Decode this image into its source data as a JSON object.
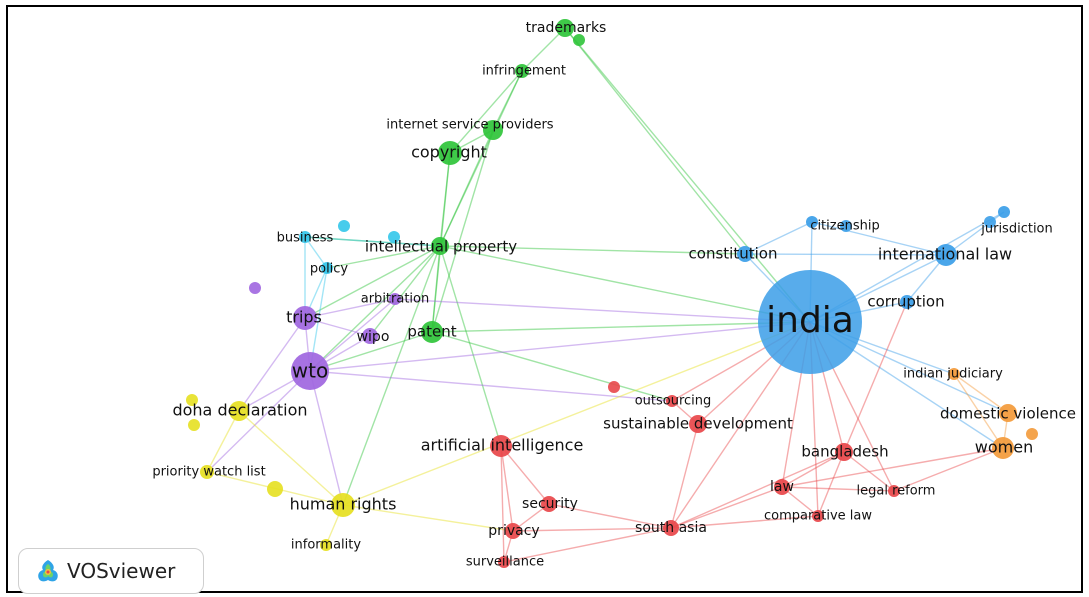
{
  "brand": {
    "name": "VOSviewer",
    "icon": "vosviewer-logo-icon"
  },
  "clusters": {
    "red": "#e8474a",
    "green": "#2fc43a",
    "blue": "#3b9ee8",
    "yellow": "#e6e021",
    "purple": "#a066e0",
    "cyan": "#33c6ea",
    "orange": "#f39a3a"
  },
  "nodes": [
    {
      "id": "trademarks",
      "label": "trademarks",
      "cluster": "green"
    },
    {
      "id": "infringement",
      "label": "infringement",
      "cluster": "green"
    },
    {
      "id": "isp",
      "label": "internet service providers",
      "cluster": "green"
    },
    {
      "id": "copyright",
      "label": "copyright",
      "cluster": "green"
    },
    {
      "id": "ip",
      "label": "intellectual property",
      "cluster": "green"
    },
    {
      "id": "patent",
      "label": "patent",
      "cluster": "green"
    },
    {
      "id": "business",
      "label": "business",
      "cluster": "cyan"
    },
    {
      "id": "policy",
      "label": "policy",
      "cluster": "cyan"
    },
    {
      "id": "arbitration",
      "label": "arbitration",
      "cluster": "purple"
    },
    {
      "id": "trips",
      "label": "trips",
      "cluster": "purple"
    },
    {
      "id": "wipo",
      "label": "wipo",
      "cluster": "purple"
    },
    {
      "id": "wto",
      "label": "wto",
      "cluster": "purple"
    },
    {
      "id": "doha",
      "label": "doha declaration",
      "cluster": "yellow"
    },
    {
      "id": "pwl",
      "label": "priority watch list",
      "cluster": "yellow"
    },
    {
      "id": "hr",
      "label": "human rights",
      "cluster": "yellow"
    },
    {
      "id": "informality",
      "label": "informality",
      "cluster": "yellow"
    },
    {
      "id": "ai",
      "label": "artificial intelligence",
      "cluster": "red"
    },
    {
      "id": "security",
      "label": "security",
      "cluster": "red"
    },
    {
      "id": "privacy",
      "label": "privacy",
      "cluster": "red"
    },
    {
      "id": "surveillance",
      "label": "surveillance",
      "cluster": "red"
    },
    {
      "id": "southasia",
      "label": "south asia",
      "cluster": "red"
    },
    {
      "id": "outsourcing",
      "label": "outsourcing",
      "cluster": "red"
    },
    {
      "id": "sd",
      "label": "sustainable development",
      "cluster": "red"
    },
    {
      "id": "bangladesh",
      "label": "bangladesh",
      "cluster": "red"
    },
    {
      "id": "law",
      "label": "law",
      "cluster": "red"
    },
    {
      "id": "legalreform",
      "label": "legal reform",
      "cluster": "red"
    },
    {
      "id": "complaw",
      "label": "comparative law",
      "cluster": "red"
    },
    {
      "id": "india",
      "label": "india",
      "cluster": "blue"
    },
    {
      "id": "constitution",
      "label": "constitution",
      "cluster": "blue"
    },
    {
      "id": "citizenship",
      "label": "citizenship",
      "cluster": "blue"
    },
    {
      "id": "intlaw",
      "label": "international law",
      "cluster": "blue"
    },
    {
      "id": "jurisdiction",
      "label": "jurisdiction",
      "cluster": "blue"
    },
    {
      "id": "corruption",
      "label": "corruption",
      "cluster": "blue"
    },
    {
      "id": "judiciary",
      "label": "indian judiciary",
      "cluster": "orange"
    },
    {
      "id": "dv",
      "label": "domestic violence",
      "cluster": "orange"
    },
    {
      "id": "women",
      "label": "women",
      "cluster": "orange"
    }
  ],
  "edges": [
    [
      "trademarks",
      "infringement"
    ],
    [
      "trademarks",
      "india"
    ],
    [
      "trademarks",
      "constitution"
    ],
    [
      "infringement",
      "isp"
    ],
    [
      "infringement",
      "copyright"
    ],
    [
      "infringement",
      "ip"
    ],
    [
      "isp",
      "copyright"
    ],
    [
      "isp",
      "ip"
    ],
    [
      "isp",
      "patent"
    ],
    [
      "copyright",
      "ip"
    ],
    [
      "copyright",
      "patent"
    ],
    [
      "ip",
      "india"
    ],
    [
      "ip",
      "constitution"
    ],
    [
      "ip",
      "patent"
    ],
    [
      "ip",
      "wto"
    ],
    [
      "ip",
      "trips"
    ],
    [
      "ip",
      "ai"
    ],
    [
      "ip",
      "hr"
    ],
    [
      "ip",
      "wipo"
    ],
    [
      "ip",
      "policy"
    ],
    [
      "ip",
      "business"
    ],
    [
      "business",
      "policy"
    ],
    [
      "business",
      "trips"
    ],
    [
      "business",
      "ip"
    ],
    [
      "policy",
      "trips"
    ],
    [
      "policy",
      "wto"
    ],
    [
      "arbitration",
      "trips"
    ],
    [
      "arbitration",
      "wto"
    ],
    [
      "arbitration",
      "india"
    ],
    [
      "trips",
      "wto"
    ],
    [
      "trips",
      "wipo"
    ],
    [
      "trips",
      "doha"
    ],
    [
      "wipo",
      "wto"
    ],
    [
      "patent",
      "wto"
    ],
    [
      "patent",
      "india"
    ],
    [
      "patent",
      "outsourcing"
    ],
    [
      "wto",
      "doha"
    ],
    [
      "wto",
      "pwl"
    ],
    [
      "wto",
      "hr"
    ],
    [
      "wto",
      "india"
    ],
    [
      "wto",
      "outsourcing"
    ],
    [
      "doha",
      "pwl"
    ],
    [
      "doha",
      "hr"
    ],
    [
      "pwl",
      "hr"
    ],
    [
      "hr",
      "informality"
    ],
    [
      "hr",
      "privacy"
    ],
    [
      "hr",
      "india"
    ],
    [
      "ai",
      "security"
    ],
    [
      "ai",
      "privacy"
    ],
    [
      "ai",
      "surveillance"
    ],
    [
      "privacy",
      "security"
    ],
    [
      "privacy",
      "southasia"
    ],
    [
      "privacy",
      "surveillance"
    ],
    [
      "security",
      "southasia"
    ],
    [
      "surveillance",
      "southasia"
    ],
    [
      "southasia",
      "india"
    ],
    [
      "southasia",
      "bangladesh"
    ],
    [
      "southasia",
      "law"
    ],
    [
      "southasia",
      "complaw"
    ],
    [
      "southasia",
      "sd"
    ],
    [
      "outsourcing",
      "india"
    ],
    [
      "outsourcing",
      "sd"
    ],
    [
      "sd",
      "india"
    ],
    [
      "bangladesh",
      "india"
    ],
    [
      "bangladesh",
      "law"
    ],
    [
      "bangladesh",
      "legalreform"
    ],
    [
      "bangladesh",
      "complaw"
    ],
    [
      "law",
      "india"
    ],
    [
      "law",
      "complaw"
    ],
    [
      "law",
      "legalreform"
    ],
    [
      "law",
      "women"
    ],
    [
      "legalreform",
      "india"
    ],
    [
      "complaw",
      "india"
    ],
    [
      "legalreform",
      "women"
    ],
    [
      "india",
      "constitution"
    ],
    [
      "india",
      "citizenship"
    ],
    [
      "india",
      "intlaw"
    ],
    [
      "india",
      "jurisdiction"
    ],
    [
      "india",
      "corruption"
    ],
    [
      "india",
      "judiciary"
    ],
    [
      "india",
      "dv"
    ],
    [
      "india",
      "women"
    ],
    [
      "constitution",
      "citizenship"
    ],
    [
      "constitution",
      "intlaw"
    ],
    [
      "intlaw",
      "jurisdiction"
    ],
    [
      "intlaw",
      "citizenship"
    ],
    [
      "judiciary",
      "dv"
    ],
    [
      "judiciary",
      "women"
    ],
    [
      "dv",
      "women"
    ],
    [
      "corruption",
      "intlaw"
    ],
    [
      "bangladesh",
      "corruption"
    ]
  ]
}
